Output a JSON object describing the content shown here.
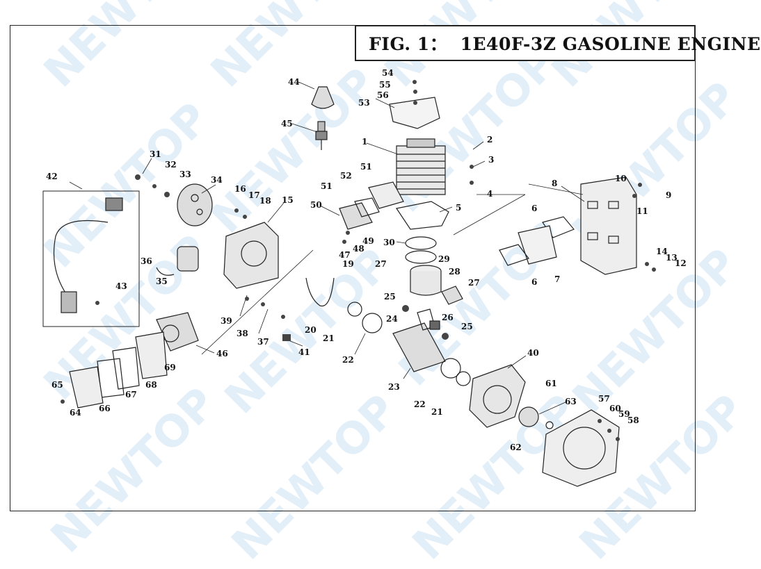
{
  "title": "FIG. 1：  1E40F-3Z GASOLINE ENGINE",
  "watermark": "NEWTOP",
  "parts": [
    {
      "id": "54"
    },
    {
      "id": "55"
    },
    {
      "id": "56"
    },
    {
      "id": "53"
    },
    {
      "id": "44"
    },
    {
      "id": "45"
    },
    {
      "id": "1"
    },
    {
      "id": "2"
    },
    {
      "id": "3"
    },
    {
      "id": "4"
    },
    {
      "id": "5"
    },
    {
      "id": "8"
    },
    {
      "id": "10"
    },
    {
      "id": "9"
    },
    {
      "id": "11"
    },
    {
      "id": "6"
    },
    {
      "id": "6"
    },
    {
      "id": "7"
    },
    {
      "id": "14"
    },
    {
      "id": "13"
    },
    {
      "id": "12"
    },
    {
      "id": "31"
    },
    {
      "id": "32"
    },
    {
      "id": "33"
    },
    {
      "id": "34"
    },
    {
      "id": "42"
    },
    {
      "id": "16"
    },
    {
      "id": "17"
    },
    {
      "id": "18"
    },
    {
      "id": "15"
    },
    {
      "id": "52"
    },
    {
      "id": "51"
    },
    {
      "id": "51"
    },
    {
      "id": "50"
    },
    {
      "id": "30"
    },
    {
      "id": "29"
    },
    {
      "id": "27"
    },
    {
      "id": "28"
    },
    {
      "id": "27"
    },
    {
      "id": "49"
    },
    {
      "id": "48"
    },
    {
      "id": "47"
    },
    {
      "id": "19"
    },
    {
      "id": "36"
    },
    {
      "id": "35"
    },
    {
      "id": "43"
    },
    {
      "id": "39"
    },
    {
      "id": "38"
    },
    {
      "id": "37"
    },
    {
      "id": "20"
    },
    {
      "id": "21"
    },
    {
      "id": "22"
    },
    {
      "id": "41"
    },
    {
      "id": "25"
    },
    {
      "id": "24"
    },
    {
      "id": "26"
    },
    {
      "id": "25"
    },
    {
      "id": "23"
    },
    {
      "id": "46"
    },
    {
      "id": "69"
    },
    {
      "id": "68"
    },
    {
      "id": "67"
    },
    {
      "id": "66"
    },
    {
      "id": "65"
    },
    {
      "id": "64"
    },
    {
      "id": "40"
    },
    {
      "id": "22"
    },
    {
      "id": "21"
    },
    {
      "id": "61"
    },
    {
      "id": "63"
    },
    {
      "id": "62"
    },
    {
      "id": "57"
    },
    {
      "id": "60"
    },
    {
      "id": "59"
    },
    {
      "id": "58"
    }
  ]
}
